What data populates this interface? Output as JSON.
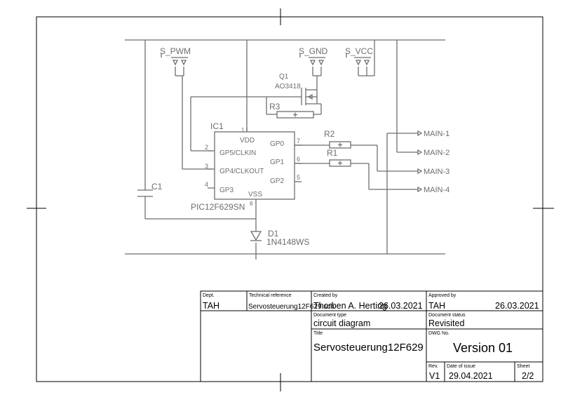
{
  "schematic": {
    "supplies": {
      "s_pwm": "S_PWM",
      "s_gnd": "S_GND",
      "s_vcc": "S_VCC"
    },
    "transistor": {
      "name": "Q1",
      "value": "AO3418"
    },
    "resistors": [
      {
        "name": "R3"
      },
      {
        "name": "R2"
      },
      {
        "name": "R1"
      }
    ],
    "capacitor": {
      "name": "C1"
    },
    "diode": {
      "name": "D1",
      "value": "1N4148WS"
    },
    "ic": {
      "name": "IC1",
      "value": "PIC12F629SN",
      "pins": {
        "vdd": "VDD",
        "gp5": "GP5/CLKIN",
        "gp4": "GP4/CLKOUT",
        "gp3": "GP3",
        "vss": "VSS",
        "gp0": "GP0",
        "gp1": "GP1",
        "gp2": "GP2"
      },
      "pin_numbers": {
        "p1": "1",
        "p2": "2",
        "p3": "3",
        "p4": "4",
        "p5": "5",
        "p6": "6",
        "p7": "7",
        "p8": "8"
      }
    },
    "connectors": [
      "MAIN-1",
      "MAIN-2",
      "MAIN-3",
      "MAIN-4"
    ]
  },
  "title_block": {
    "dept_label": "Dept.",
    "dept": "TAH",
    "tech_ref_label": "Technical reference",
    "tech_ref": "Servosteuerung12F629.sch",
    "created_by_label": "Created by",
    "created_by": "Thorben A. Herting",
    "created_date": "26.03.2021",
    "approved_by_label": "Approved by",
    "approved_by": "TAH",
    "approved_date": "26.03.2021",
    "doc_type_label": "Document type",
    "doc_type": "circuit diagram",
    "doc_status_label": "Document status",
    "doc_status": "Revisited",
    "title_label": "Title",
    "title": "Servosteuerung12F629",
    "dwg_label": "DWG No.",
    "dwg": "Version 01",
    "rev_label": "Rev.",
    "rev": "V1",
    "date_of_issue_label": "Date of issue",
    "date_of_issue": "29.04.2021",
    "sheet_label": "Sheet",
    "sheet": "2/2"
  }
}
